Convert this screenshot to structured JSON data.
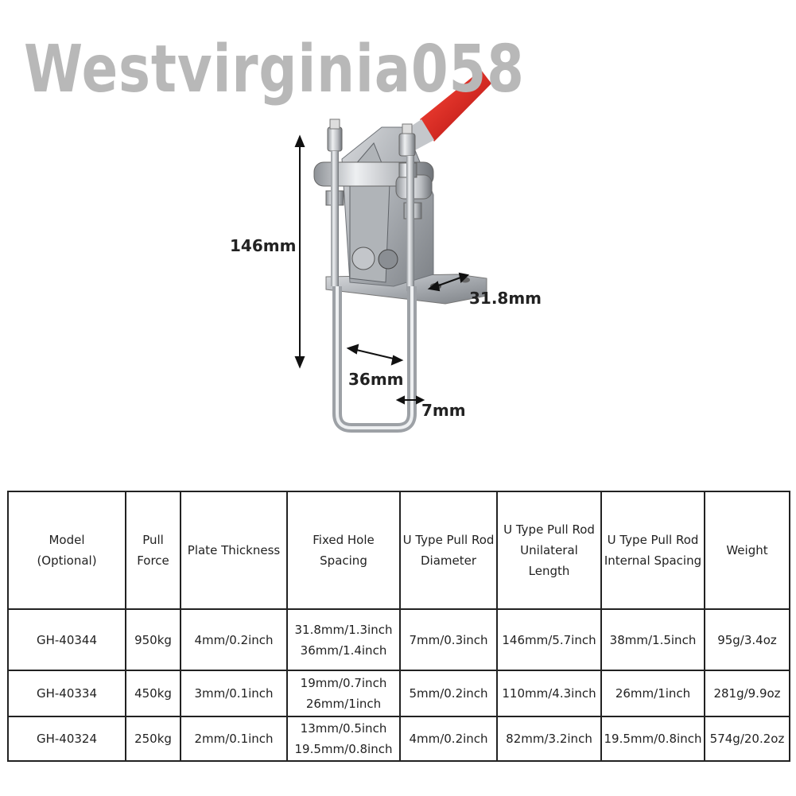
{
  "watermark": "Westvirginia058",
  "dimensions": {
    "height": "146mm",
    "plate_width": "31.8mm",
    "rod_spacing": "36mm",
    "rod_diameter": "7mm"
  },
  "table": {
    "headers": [
      [
        "Model",
        "(Optional)"
      ],
      [
        "Pull",
        "Force"
      ],
      [
        "Plate Thickness"
      ],
      [
        "Fixed Hole Spacing"
      ],
      [
        "U Type Pull Rod",
        "Diameter"
      ],
      [
        "U Type Pull Rod",
        "Unilateral Length"
      ],
      [
        "U Type Pull Rod",
        "Internal Spacing"
      ],
      [
        "Weight"
      ]
    ],
    "rows": [
      [
        [
          "GH-40344"
        ],
        [
          "950kg"
        ],
        [
          "4mm/0.2inch"
        ],
        [
          "31.8mm/1.3inch",
          "36mm/1.4inch"
        ],
        [
          "7mm/0.3inch"
        ],
        [
          "146mm/5.7inch"
        ],
        [
          "38mm/1.5inch"
        ],
        [
          "95g/3.4oz"
        ]
      ],
      [
        [
          "GH-40334"
        ],
        [
          "450kg"
        ],
        [
          "3mm/0.1inch"
        ],
        [
          "19mm/0.7inch",
          "26mm/1inch"
        ],
        [
          "5mm/0.2inch"
        ],
        [
          "110mm/4.3inch"
        ],
        [
          "26mm/1inch"
        ],
        [
          "281g/9.9oz"
        ]
      ],
      [
        [
          "GH-40324"
        ],
        [
          "250kg"
        ],
        [
          "2mm/0.1inch"
        ],
        [
          "13mm/0.5inch",
          "19.5mm/0.8inch"
        ],
        [
          "4mm/0.2inch"
        ],
        [
          "82mm/3.2inch"
        ],
        [
          "19.5mm/0.8inch"
        ],
        [
          "574g/20.2oz"
        ]
      ]
    ]
  },
  "colors": {
    "handle": "#e02020",
    "metal": "#c9ccd0",
    "watermark": "#b8b8b8"
  }
}
